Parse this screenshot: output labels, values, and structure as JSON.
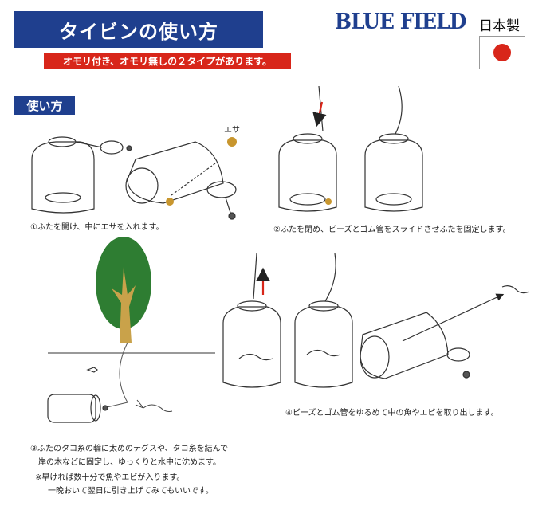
{
  "header": {
    "title": "タイビンの使い方",
    "subtitle": "オモリ付き、オモリ無しの２タイプがあります。",
    "brand": "BLUE FIELD",
    "made_in": "日本製"
  },
  "section": {
    "label": "使い方"
  },
  "steps": {
    "step1": "①ふたを開け、中にエサを入れます。",
    "step2": "②ふたを閉め、ビーズとゴム管をスライドさせふたを固定します。",
    "step3_line1": "③ふたのタコ糸の輪に太めのテグスや、タコ糸を結んで",
    "step3_line2": "岸の木などに固定し、ゆっくりと水中に沈めます。",
    "step3_note1": "※早ければ数十分で魚やエビが入ります。",
    "step3_note2": "一晩おいて翌日に引き上げてみてもいいです。",
    "step4": "④ビーズとゴム管をゆるめて中の魚やエビを取り出します。"
  },
  "labels": {
    "bait": "エサ"
  },
  "colors": {
    "navy": "#1f3f8e",
    "red": "#d8261a",
    "tree_green": "#2e7d32",
    "trunk": "#c9a24a",
    "bait": "#c8962e"
  }
}
